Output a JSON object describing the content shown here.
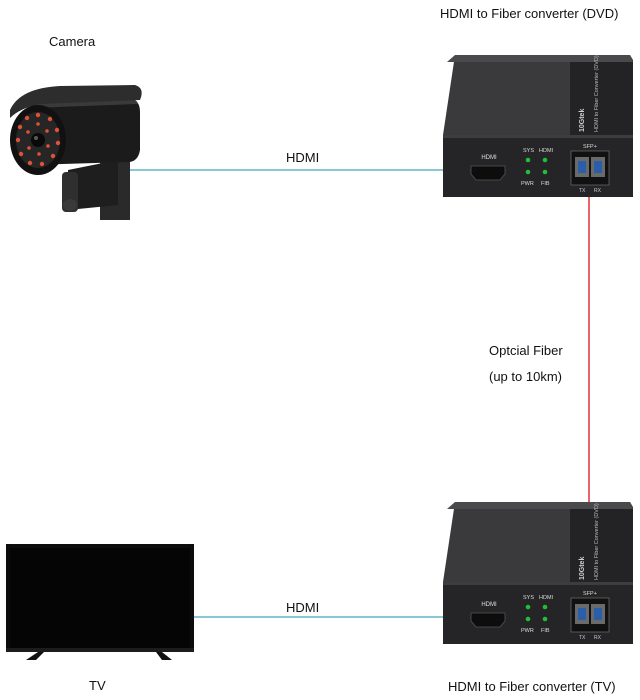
{
  "labels": {
    "camera": "Camera",
    "converter_top": "HDMI to Fiber converter (DVD)",
    "converter_bottom": "HDMI to Fiber converter (TV)",
    "hdmi_top": "HDMI",
    "hdmi_bottom": "HDMI",
    "fiber": "Optcial Fiber",
    "fiber_range": "(up to 10km)",
    "tv": "TV"
  },
  "device": {
    "brand": "10Gtek",
    "model_text": "HDMI to Fiber Converter (DVD)",
    "port_hdmi": "HDMI",
    "led_sys": "SYS",
    "led_hdmi": "HDMI",
    "led_pwr": "PWR",
    "led_fib": "FIB",
    "sfp": "SFP+",
    "tx": "TX",
    "rx": "RX"
  },
  "colors": {
    "hdmi_cable": "#5fb7c7",
    "fiber_cable": "#e0333a",
    "led": "#1fbf3a",
    "device_body": "#2b2b2d"
  }
}
